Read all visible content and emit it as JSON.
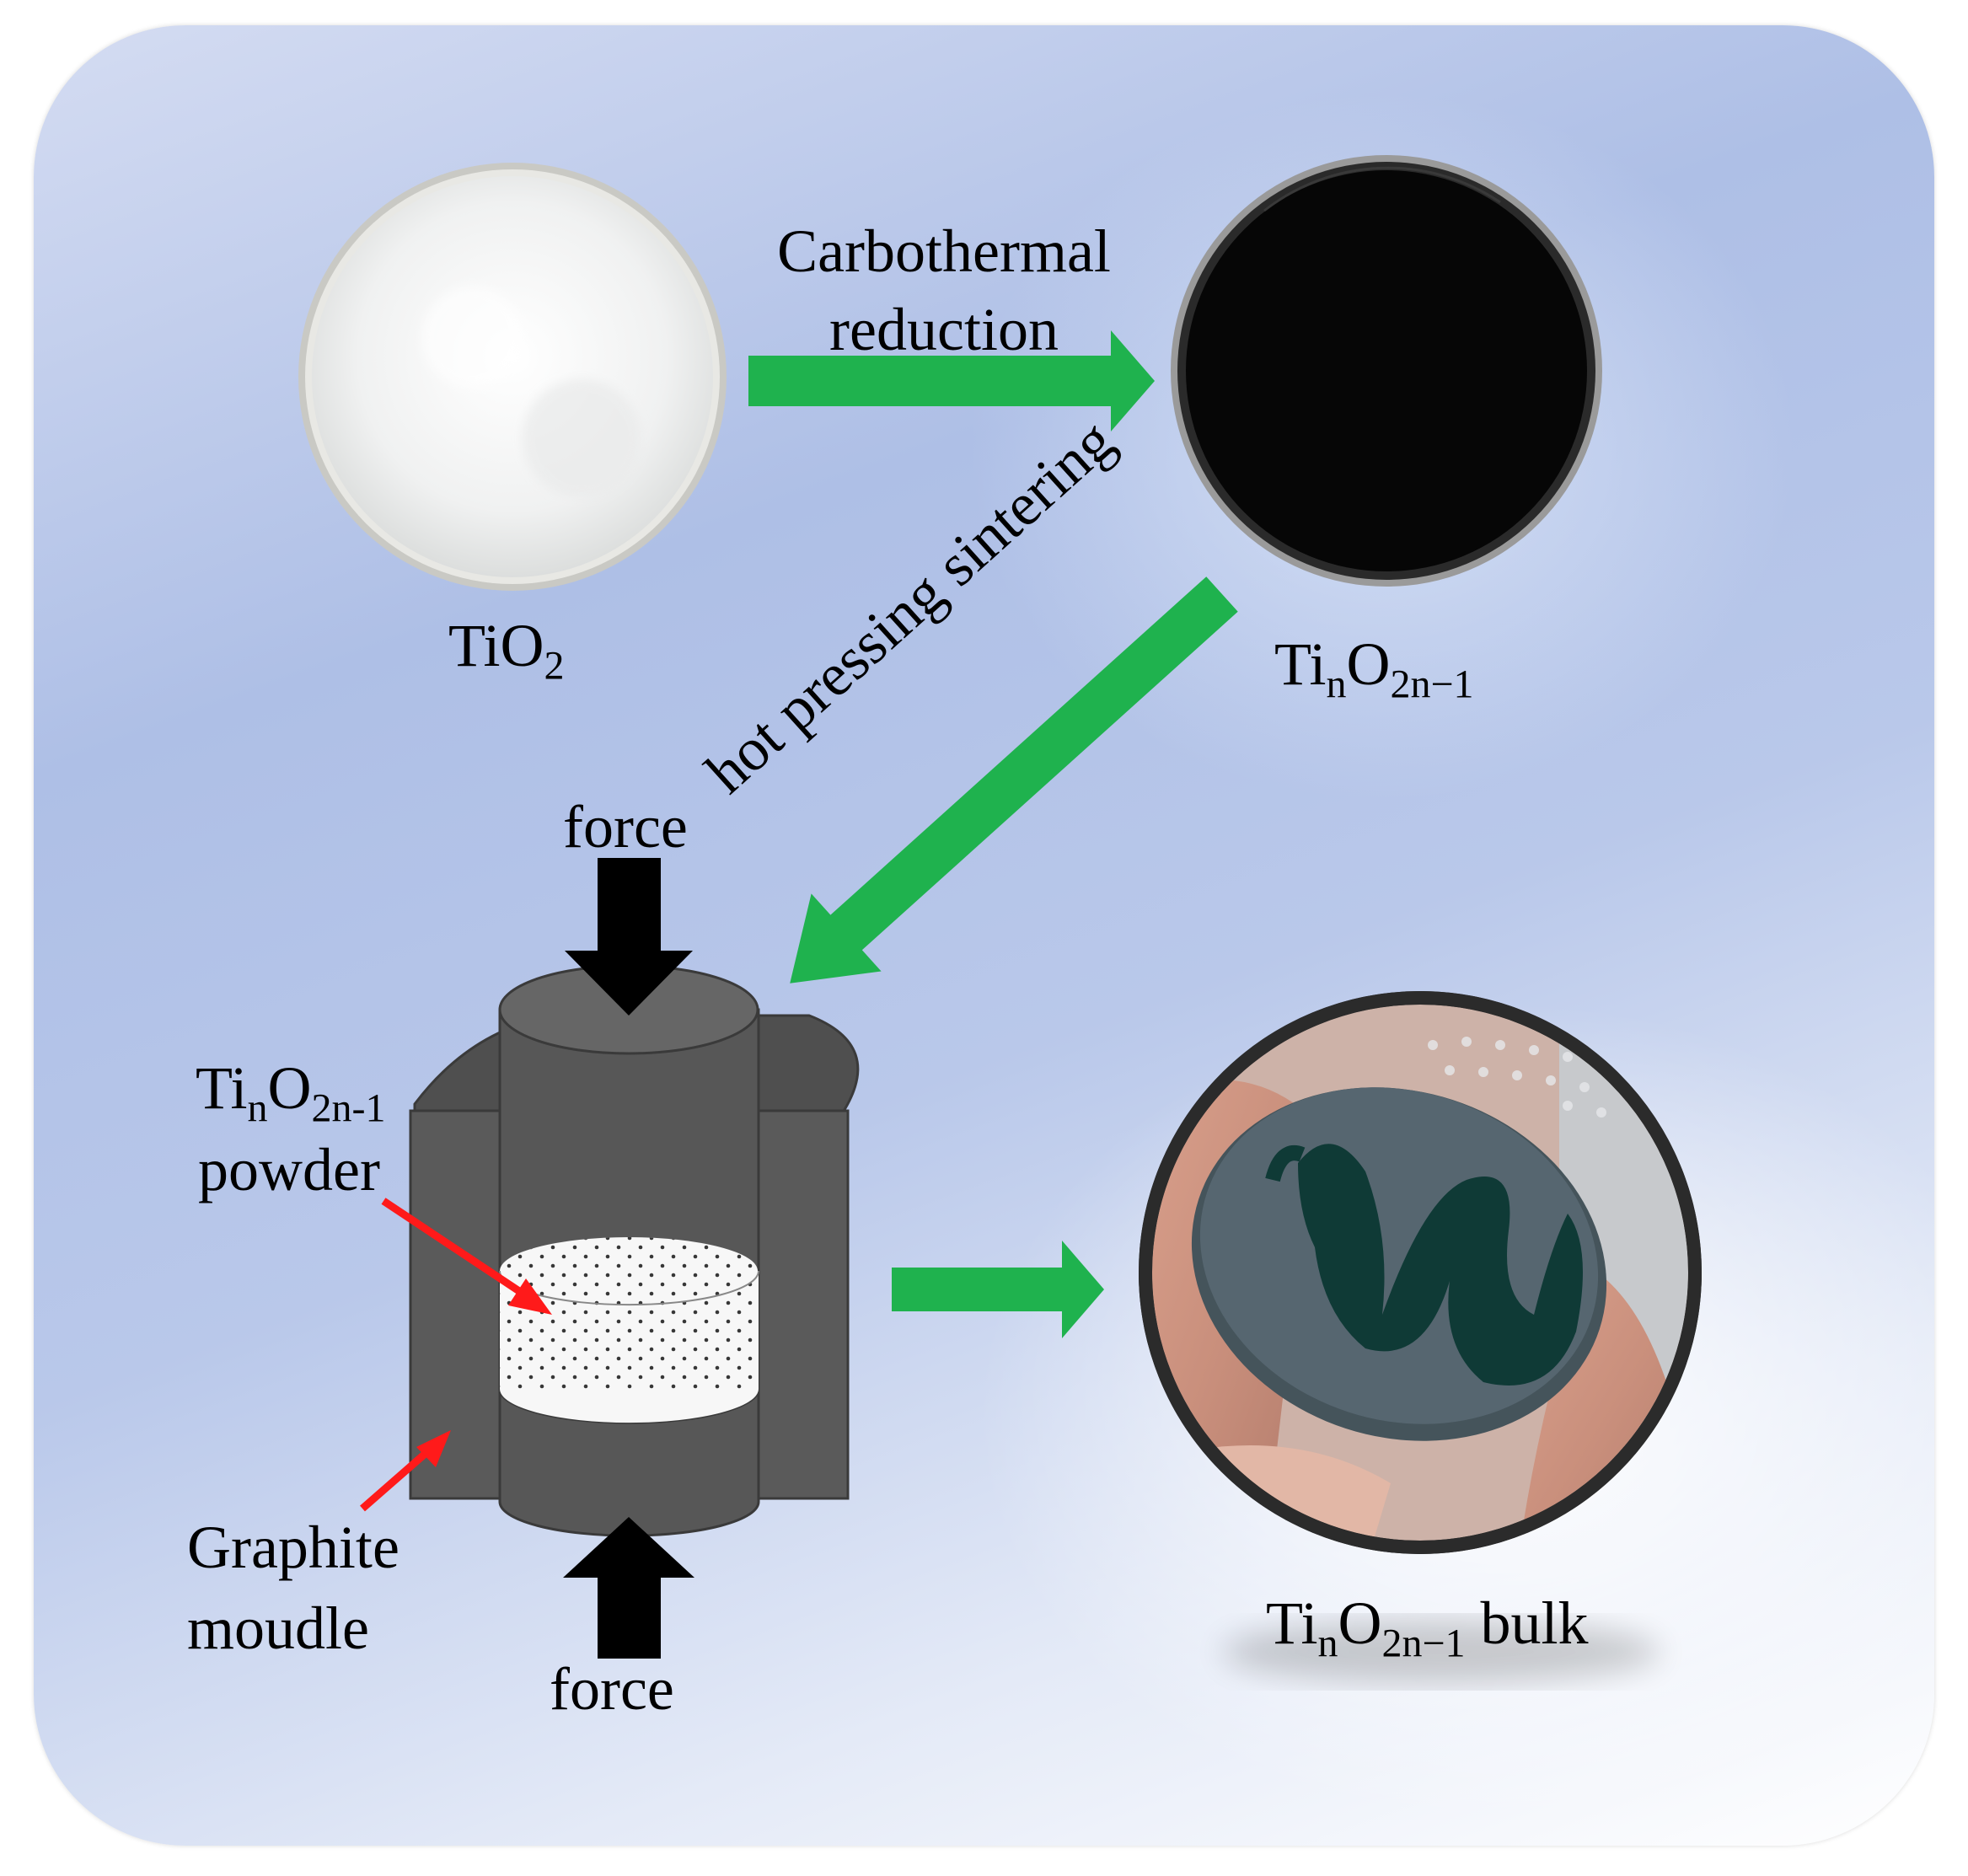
{
  "colors": {
    "arrow_green": "#1fb24e",
    "force_arrow": "#000000",
    "pointer_red": "#ff1a1a",
    "graphite": "#5a5a5a",
    "graphite_edge": "#3a3a3a",
    "tio2_powder": "#f1f2f2",
    "tin_powder": "#080808"
  },
  "labels": {
    "process_line1": "Carbothermal",
    "process_line2": "reduction",
    "tio2_base": "TiO",
    "tio2_sub": "2",
    "tin_ti": "Ti",
    "tin_n": "n",
    "tin_o": "O",
    "tin_sub": "2n−1",
    "sintering": "hot pressing sintering",
    "force_top": "force",
    "force_bottom": "force",
    "powder_ti": "Ti",
    "powder_n": "n",
    "powder_o": "O",
    "powder_sub": "2n-1",
    "powder_word": "powder",
    "graphite_line1": "Graphite",
    "graphite_line2": "moudle",
    "bulk_ti": "Ti",
    "bulk_n": "n",
    "bulk_o": "O",
    "bulk_sub": "2n−1",
    "bulk_word": " bulk"
  },
  "icons": {
    "tio2_dish": "white-powder-petri-dish-icon",
    "tin_dish": "black-powder-petri-dish-icon",
    "mould": "hot-press-mould-icon",
    "bulk_photo": "sintered-bulk-pellet-icon"
  }
}
